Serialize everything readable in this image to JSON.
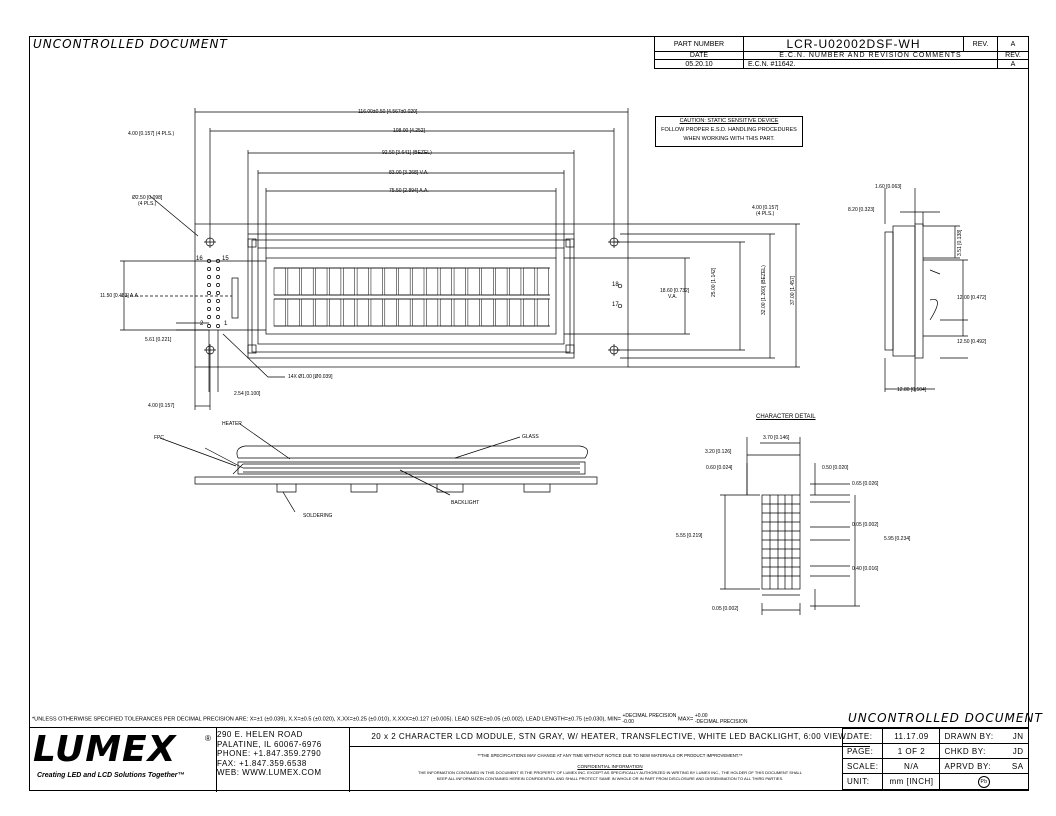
{
  "header": {
    "watermark_left": "UNCONTROLLED DOCUMENT",
    "part_number_label": "PART NUMBER",
    "part_number": "LCR-U02002DSF-WH",
    "rev_label": "REV.",
    "rev_value": "A",
    "date_label": "DATE",
    "ecn_header": "E.C.N. NUMBER AND REVISION COMMENTS",
    "rev_label2": "REV.",
    "date_value": "05.20.10",
    "ecn_value": "E.C.N. #11642.",
    "rev_value2": "A"
  },
  "caution": {
    "line1": "CAUTION: STATIC SENSITIVE DEVICE",
    "line2": "FOLLOW PROPER E.S.D. HANDLING PROCEDURES",
    "line3": "WHEN WORKING WITH THIS PART."
  },
  "front_view": {
    "dims": {
      "overall": "116.00±0.50 [4.567±0.020]",
      "holes": "108.00 [4.252]",
      "bezel": "92.50 [3.641] (BEZEL)",
      "va": "83.00 [3.268] V.A.",
      "aa": "75.50 [2.894] A.A.",
      "hole_offset": "4.00 [0.157] (4 PLS.)",
      "hole_dia": "Ø2.50 [0.098]",
      "hole_dia_pls": "(4 PLS.)",
      "hole_offset_right": "4.00 [0.157]",
      "hole_offset_right_pls": "(4 PLS.)",
      "height_aa": "11.50 [0.453] A.A.",
      "height_va": "18.60 [0.732]",
      "height_va2": "V.A.",
      "height_holes": "25.00 [1.142]",
      "height_bezel": "32.00 [1.260] (BEZEL)",
      "height_overall": "37.00 [1.457]",
      "pin_offset": "5.61 [0.221]",
      "pin_pad": "14X Ø1.00 [Ø0.039]",
      "pin_pitch": "2.54 [0.100]",
      "left_hole": "4.00 [0.157]"
    },
    "pins": {
      "p16": "16",
      "p15": "15",
      "p2": "2",
      "p1": "1",
      "p18": "18",
      "p17": "17"
    }
  },
  "side_view": {
    "dims": {
      "top1": "1.60 [0.063]",
      "top2": "8.20 [0.323]",
      "right1": "3.51 [0.138]",
      "right2": "12.00 [0.472]",
      "right3": "12.50 [0.492]",
      "bottom": "12.80 [0.504]"
    }
  },
  "section_view": {
    "heater": "HEATER",
    "glass": "GLASS",
    "fpc": "FPC",
    "backlight": "BACKLIGHT",
    "soldering": "SOLDERING"
  },
  "character_detail": {
    "title": "CHARACTER DETAIL",
    "dims": {
      "w_total": "3.70 [0.146]",
      "w_dot": "3.20 [0.126]",
      "gap_l": "0.60 [0.024]",
      "gap_r": "0.50 [0.020]",
      "pitch_v": "0.65 [0.026]",
      "dot_gap": "0.05 [0.002]",
      "h_left": "5.55 [0.219]",
      "h_right": "5.95 [0.234]",
      "cursor": "0.40 [0.016]",
      "bottom": "0.05 [0.002]"
    }
  },
  "tolerance_note": "*UNLESS OTHERWISE SPECIFIED TOLERANCES PER DECIMAL PRECISION ARE: X=±1 (±0.039), X.X=±0.5 (±0.020), X.XX=±0.25 (±0.010), X.XXX=±0.127 (±0.005). LEAD SIZE=±0.05 (±0.002), LEAD LENGTH=±0.75 (±0.030), MIN=",
  "tolerance_min": "+DECIMAL PRECISION",
  "tolerance_min2": "-0.00",
  "tolerance_max": "MAX=",
  "tolerance_max_a": "+0.00",
  "tolerance_max_b": "-DECIMAL PRECISION",
  "footer": {
    "watermark_right": "UNCONTROLLED DOCUMENT",
    "logo": "LUMEX",
    "logo_reg": "®",
    "tagline": "Creating LED and LCD Solutions Together™",
    "address": [
      "290 E. HELEN ROAD",
      "PALATINE, IL 60067-6976",
      "PHONE: +1.847.359.2790",
      "FAX: +1.847.359.6538",
      "WEB: WWW.LUMEX.COM"
    ],
    "description": "20 x 2 CHARACTER LCD MODULE, STN GRAY, W/ HEATER, TRANSFLECTIVE, WHITE LED BACKLIGHT, 6:00 VIEW.",
    "spec_note": "**THE SPECIFICATIONS MAY CHANGE AT ANY TIME WITHOUT NOTICE DUE TO NEW MATERIALS OR PRODUCT IMPROVEMENT.**",
    "confidential_title": "CONFIDENTIAL INFORMATION",
    "confidential_1": "THE INFORMATION CONTAINED IN THIS DOCUMENT IS THE PROPERTY OF LUMEX INC. EXCEPT AS SPECIFICALLY AUTHORIZED IN WRITING BY LUMEX INC., THE HOLDER OF THIS DOCUMENT SHALL",
    "confidential_2": "KEEP ALL INFORMATION CONTAINED HEREIN CONFIDENTIAL AND SHALL PROTECT SAME IN WHOLE OR IN PART FROM DISCLOSURE AND DISSEMINATION TO ALL THIRD PARTIES.",
    "date_label": "DATE:",
    "date_value": "11.17.09",
    "drawn_label": "DRAWN BY:",
    "drawn_value": "JN",
    "page_label": "PAGE:",
    "page_value": "1 OF 2",
    "chkd_label": "CHKD BY:",
    "chkd_value": "JD",
    "scale_label": "SCALE:",
    "scale_value": "N/A",
    "aprvd_label": "APRVD BY:",
    "aprvd_value": "SA",
    "unit_label": "UNIT:",
    "unit_value": "mm [INCH]",
    "pb_mark": "Pb"
  }
}
